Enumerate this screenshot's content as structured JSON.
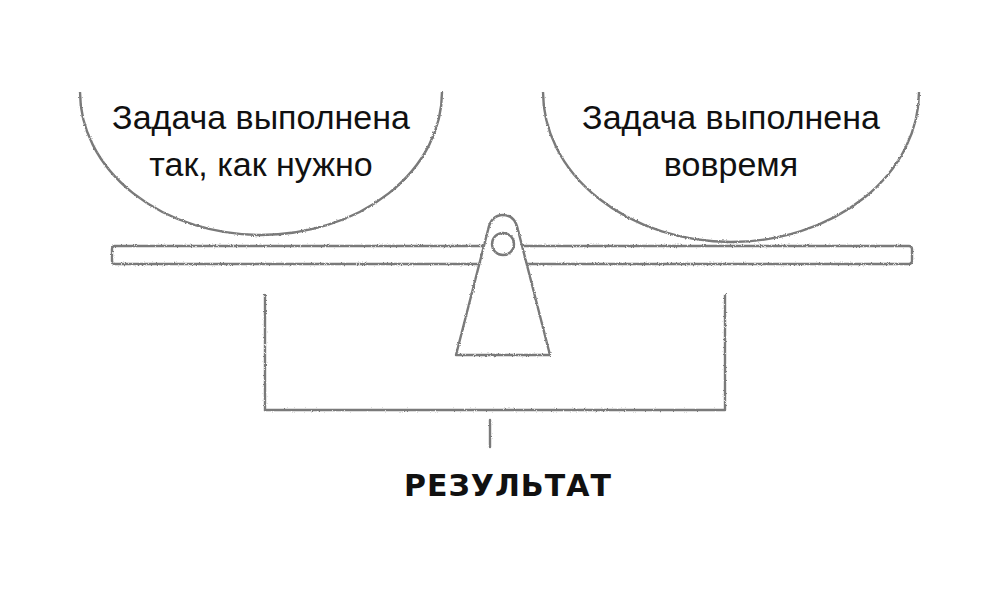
{
  "diagram": {
    "nodes": [
      {
        "text": [
          "Задача выполнена так, как нужно"
        ]
      },
      {
        "text": [
          "Задача выполнена вовремя"
        ]
      }
    ],
    "labels": [
      "РЕЗУЛЬТАТ"
    ]
  }
}
